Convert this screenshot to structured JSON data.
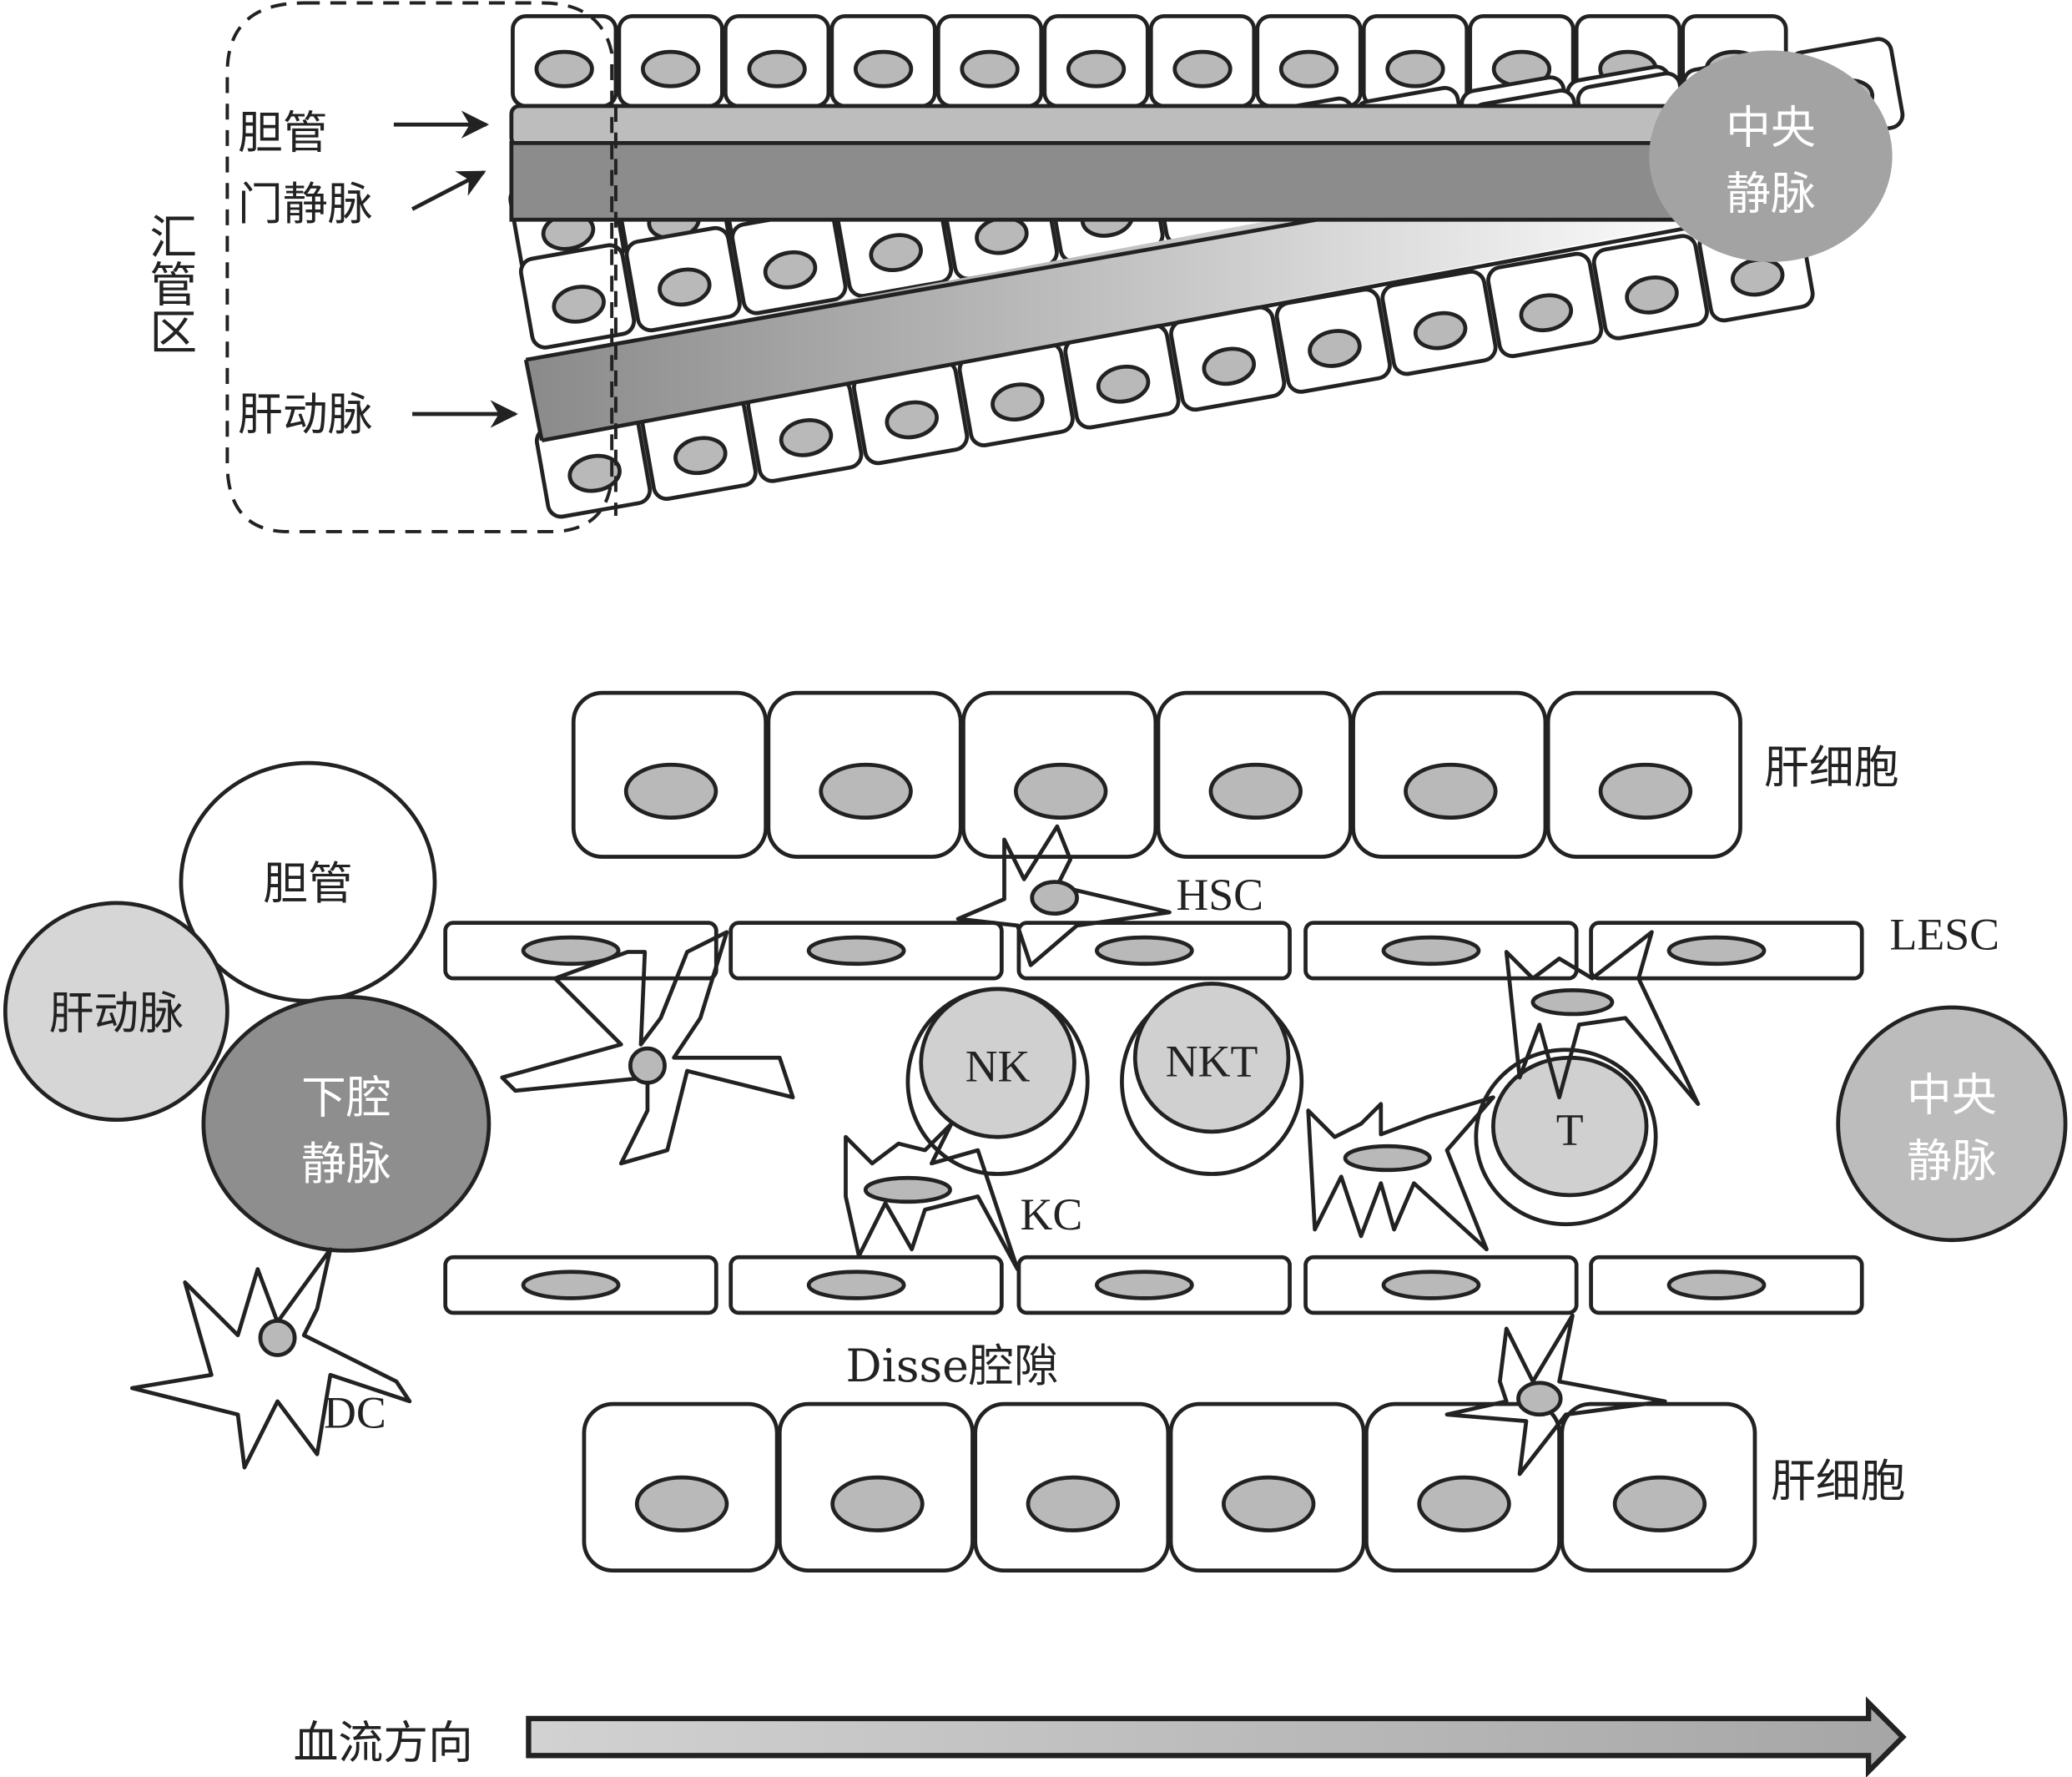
{
  "top_diagram": {
    "portal_region_label": "汇管区",
    "bile_duct_label": "胆管",
    "portal_vein_label": "门静脉",
    "hepatic_artery_label": "肝动脉",
    "central_vein_label_line1": "中央",
    "central_vein_label_line2": "静脉"
  },
  "bottom_diagram": {
    "bile_duct_label": "胆管",
    "hepatic_artery_label": "肝动脉",
    "ivc_label_line1": "下腔",
    "ivc_label_line2": "静脉",
    "central_vein_label_line1": "中央",
    "central_vein_label_line2": "静脉",
    "hepatocyte_top_label": "肝细胞",
    "hepatocyte_bottom_label": "肝细胞",
    "lesc_label": "LESC",
    "hsc_label": "HSC",
    "kc_label": "KC",
    "dc_label": "DC",
    "nk_label": "NK",
    "nkt_label": "NKT",
    "t_label": "T",
    "disse_label": "Disse腔隙"
  },
  "legend": {
    "blood_flow_label": "血流方向"
  },
  "colors": {
    "nucleus": "#b9b9b9",
    "bile_duct_bar": "#bdbdbd",
    "portal_vein_bar": "#8c8c8c",
    "central_vein": "#a3a3a3",
    "ivc": "#8e8e8e",
    "hepatic_artery_circle": "#d6d6d6",
    "lymphocyte": "#d0d0d0"
  }
}
